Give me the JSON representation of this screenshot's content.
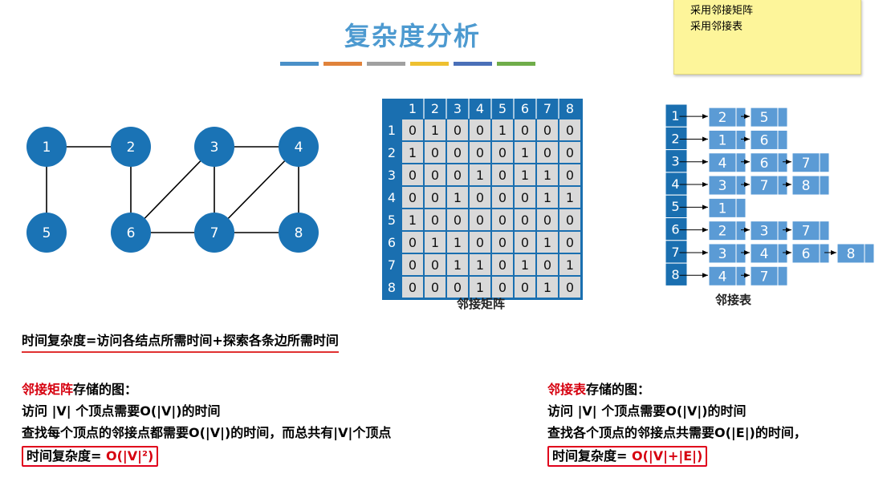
{
  "title": "复杂度分析",
  "stripe_colors": [
    "#4a90c8",
    "#e0823a",
    "#a0a0a0",
    "#eec030",
    "#4a6fb8",
    "#6fad4a"
  ],
  "note": {
    "lines": [
      "采用邻接矩阵",
      "采用邻接表"
    ]
  },
  "colors": {
    "node": "#1a73b5",
    "matrix_header": "#1a6fb0",
    "matrix_cell": "#d9d9d9",
    "adj_cell": "#5b9bd5",
    "adj_head": "#1a6fb0",
    "red": "#d6000f"
  },
  "graph": {
    "nodes": [
      "1",
      "2",
      "3",
      "4",
      "5",
      "6",
      "7",
      "8"
    ],
    "edges": [
      [
        "1",
        "2"
      ],
      [
        "1",
        "5"
      ],
      [
        "2",
        "6"
      ],
      [
        "3",
        "4"
      ],
      [
        "3",
        "6"
      ],
      [
        "3",
        "7"
      ],
      [
        "4",
        "7"
      ],
      [
        "4",
        "8"
      ],
      [
        "6",
        "7"
      ],
      [
        "7",
        "8"
      ]
    ]
  },
  "matrix": {
    "labels": [
      "1",
      "2",
      "3",
      "4",
      "5",
      "6",
      "7",
      "8"
    ],
    "rows": [
      [
        "0",
        "1",
        "0",
        "0",
        "1",
        "0",
        "0",
        "0"
      ],
      [
        "1",
        "0",
        "0",
        "0",
        "0",
        "1",
        "0",
        "0"
      ],
      [
        "0",
        "0",
        "0",
        "1",
        "0",
        "1",
        "1",
        "0"
      ],
      [
        "0",
        "0",
        "1",
        "0",
        "0",
        "0",
        "1",
        "1"
      ],
      [
        "1",
        "0",
        "0",
        "0",
        "0",
        "0",
        "0",
        "0"
      ],
      [
        "0",
        "1",
        "1",
        "0",
        "0",
        "0",
        "1",
        "0"
      ],
      [
        "0",
        "0",
        "1",
        "1",
        "0",
        "1",
        "0",
        "1"
      ],
      [
        "0",
        "0",
        "0",
        "1",
        "0",
        "0",
        "1",
        "0"
      ]
    ],
    "caption": "邻接矩阵"
  },
  "adjacency_list": {
    "heads": [
      "1",
      "2",
      "3",
      "4",
      "5",
      "6",
      "7",
      "8"
    ],
    "lists": [
      [
        "2",
        "5"
      ],
      [
        "1",
        "6"
      ],
      [
        "4",
        "6",
        "7"
      ],
      [
        "3",
        "7",
        "8"
      ],
      [
        "1"
      ],
      [
        "2",
        "3",
        "7"
      ],
      [
        "3",
        "4",
        "6",
        "8"
      ],
      [
        "4",
        "7"
      ]
    ],
    "caption": "邻接表"
  },
  "formula": "时间复杂度=访问各结点所需时间+探索各条边所需时间",
  "left_block": {
    "heading_red": "邻接矩阵",
    "heading_rest": "存储的图：",
    "line1": "访问 |V| 个顶点需要O(|V|)的时间",
    "line2": "查找每个顶点的邻接点都需要O(|V|)的时间，而总共有|V|个顶点",
    "result_label": "时间复杂度=",
    "result_value": " O(|V|²)"
  },
  "right_block": {
    "heading_red": "邻接表",
    "heading_rest": "存储的图：",
    "line1": "访问 |V| 个顶点需要O(|V|)的时间",
    "line2": "查找各个顶点的邻接点共需要O(|E|)的时间，",
    "result_label": "时间复杂度=",
    "result_value": " O(|V|+|E|)"
  }
}
